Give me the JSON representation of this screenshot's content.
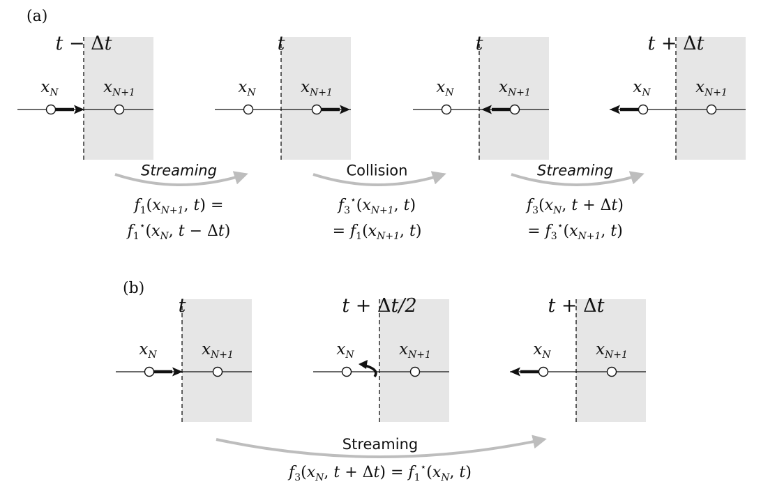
{
  "colors": {
    "shade": "#e6e6e6",
    "stroke": "#111111",
    "arc": "#bdbdbd",
    "node_fill": "#ffffff"
  },
  "part_a": {
    "label": "(a)",
    "panels": [
      {
        "time_a": "t",
        "time_op": "−",
        "time_b": "Δt",
        "node_left": "x",
        "node_left_sub": "N",
        "node_right": "x",
        "node_right_sub": "N+1",
        "arrow": "right-from-left-node"
      },
      {
        "time_a": "t",
        "time_op": "",
        "time_b": "",
        "node_left": "x",
        "node_left_sub": "N",
        "node_right": "x",
        "node_right_sub": "N+1",
        "arrow": "right-from-right-node"
      },
      {
        "time_a": "t",
        "time_op": "",
        "time_b": "",
        "node_left": "x",
        "node_left_sub": "N",
        "node_right": "x",
        "node_right_sub": "N+1",
        "arrow": "left-from-right-node"
      },
      {
        "time_a": "t",
        "time_op": "+",
        "time_b": "Δt",
        "node_left": "x",
        "node_left_sub": "N",
        "node_right": "x",
        "node_right_sub": "N+1",
        "arrow": "left-from-left-node"
      }
    ],
    "steps": [
      {
        "label": "Streaming",
        "eq1": "f₁(x_{N+1}, t) =",
        "eq2": "f₁⋆(x_N, t − Δt)"
      },
      {
        "label": "Collision",
        "eq1": "f₃⋆(x_{N+1}, t)",
        "eq2": "= f₁(x_{N+1}, t)"
      },
      {
        "label": "Streaming",
        "eq1": "f₃(x_N, t + Δt)",
        "eq2": "= f₃⋆(x_{N+1}, t)"
      }
    ]
  },
  "part_b": {
    "label": "(b)",
    "panels": [
      {
        "time_a": "t",
        "time_op": "",
        "time_b": "",
        "node_left": "x",
        "node_left_sub": "N",
        "node_right": "x",
        "node_right_sub": "N+1",
        "arrow": "right-from-left-node"
      },
      {
        "time_a": "t",
        "time_op": "+",
        "time_b": "Δt/2",
        "node_left": "x",
        "node_left_sub": "N",
        "node_right": "x",
        "node_right_sub": "N+1",
        "arrow": "bounce-at-wall"
      },
      {
        "time_a": "t",
        "time_op": "+",
        "time_b": "Δt",
        "node_left": "x",
        "node_left_sub": "N",
        "node_right": "x",
        "node_right_sub": "N+1",
        "arrow": "left-from-left-node"
      }
    ],
    "step": {
      "label": "Streaming",
      "eq": "f₃(x_N, t + Δt) = f₁⋆(x_N, t)"
    }
  }
}
